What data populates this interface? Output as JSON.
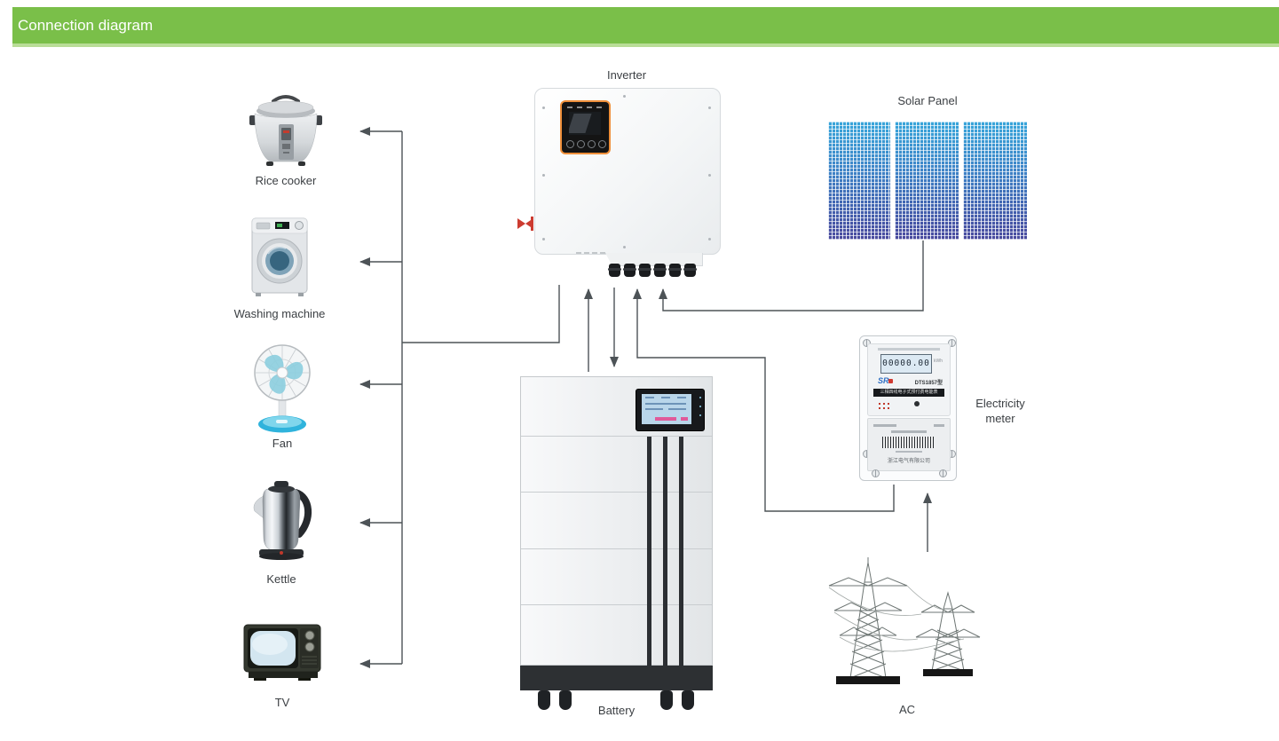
{
  "header": {
    "title": "Connection diagram",
    "background": "#7abf49"
  },
  "diagram": {
    "inverter": {
      "label": "Inverter"
    },
    "solar_panel": {
      "label": "Solar Panel"
    },
    "battery": {
      "label": "Battery"
    },
    "ac_grid": {
      "label": "AC"
    },
    "electricity_meter": {
      "label": "Electricity meter",
      "lcd_value": "00000.00",
      "lcd_unit": "kWh",
      "brand": "SR",
      "model": "DTS1857型",
      "type_text": "三相四线电子式预付费电能表",
      "company": "浙江电气有限公司"
    },
    "appliances": [
      {
        "label": "Rice cooker"
      },
      {
        "label": "Washing machine"
      },
      {
        "label": "Fan"
      },
      {
        "label": "Kettle"
      },
      {
        "label": "TV"
      }
    ]
  },
  "colors": {
    "header_green": "#7abf49",
    "header_accent": "#b9dd97",
    "connection_line": "#4d5357",
    "solar_blue_top": "#38a5da",
    "solar_blue_bottom": "#4a4a9e"
  }
}
